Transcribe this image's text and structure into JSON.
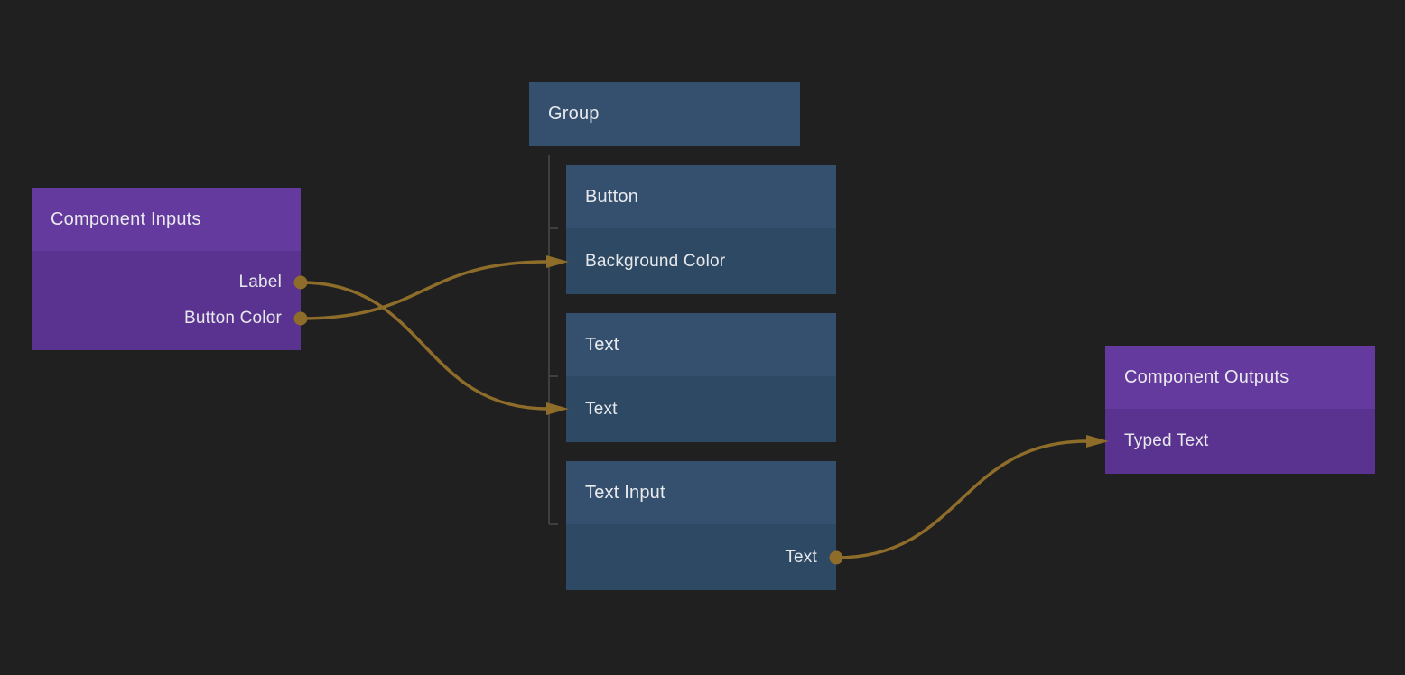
{
  "canvas": {
    "background_color": "#202020",
    "wire_color": "#8e6c29",
    "tree_line_color": "#3f3f3f",
    "blue_header_color": "#35506e",
    "blue_body_color": "#2e4963",
    "purple_header_color": "#653a9e",
    "purple_body_color": "#5a3390",
    "text_color": "#e9eaee"
  },
  "nodes": {
    "group": {
      "title": "Group",
      "children": [
        "Button",
        "Text",
        "Text Input"
      ]
    },
    "component_inputs": {
      "title": "Component Inputs",
      "ports": [
        {
          "label": "Label",
          "side": "output"
        },
        {
          "label": "Button Color",
          "side": "output"
        }
      ]
    },
    "button": {
      "title": "Button",
      "ports": [
        {
          "label": "Background Color",
          "side": "input"
        }
      ]
    },
    "text": {
      "title": "Text",
      "ports": [
        {
          "label": "Text",
          "side": "input"
        }
      ]
    },
    "text_input": {
      "title": "Text Input",
      "ports": [
        {
          "label": "Text",
          "side": "output"
        }
      ]
    },
    "component_outputs": {
      "title": "Component Outputs",
      "ports": [
        {
          "label": "Typed Text",
          "side": "input"
        }
      ]
    }
  },
  "connections": [
    {
      "from": "Component Inputs / Label",
      "to": "Text / Text"
    },
    {
      "from": "Component Inputs / Button Color",
      "to": "Button / Background Color"
    },
    {
      "from": "Text Input / Text",
      "to": "Component Outputs / Typed Text"
    }
  ]
}
